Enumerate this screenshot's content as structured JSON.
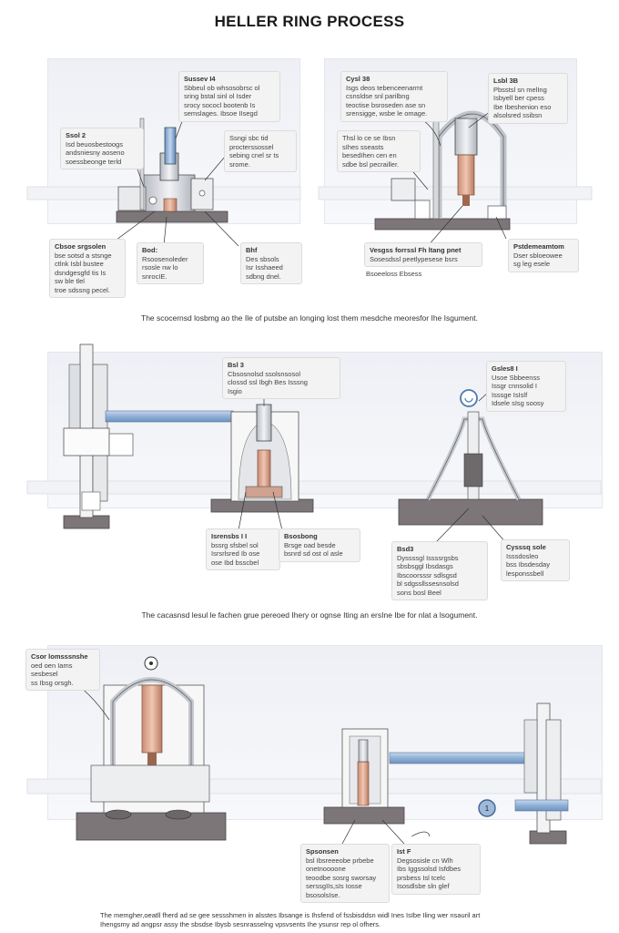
{
  "title": "HELLER RING PROCESS",
  "panel1": {
    "callouts": {
      "c1": {
        "h": "Sussev I4",
        "b": "Sbbeul ob whsosobrsc ol\nsring bstal sinl ol Isder\nsrocy sococl bootenb Is\nsemslages. Ibsoe IIsegd"
      },
      "c2": {
        "h": "Ssol 2",
        "b": "Isd beuosbestoogs\nandsniesny aoseno\nsoessbeonge terld"
      },
      "c3": {
        "h": "",
        "b": "Ssngi sbc tid\nprocterssossel\nsebing cnel sr ts\nsrome."
      },
      "c4": {
        "h": "Cbsoe srgsolen",
        "b": "bse sotsd a stsnge\nctlnk Isbl bustee\ndsndgesgfd tis Is\nsw ble tlel\ntroe sdssng pecel."
      },
      "c5": {
        "h": "Bod:",
        "b": "Rsoosenoleder\nrsosle nw lo\nsnrocIE."
      },
      "c6": {
        "h": "Bhf",
        "b": "Des sbsols\nIsr Isshaeed\nsdbng dnel."
      },
      "c7": {
        "h": "Cysl 38",
        "b": "Isgs deos tebenceenarmt\ncsnsldse snl parilbng\nteoctise bsroseden ase sn\nsrensigge, wsbe le omage."
      },
      "c8": {
        "h": "Lsbl 3B",
        "b": "Pbsstsl sn melIng\nIsbyell ber cpess\nIbe Ibeshenion eso\nalsolsred ssibsn"
      },
      "c9": {
        "h": "",
        "b": "Thsl lo ce se Ibsn\nsIhes sseasts\nbesedIhen cen en\nsdbe bsl pecrailler."
      },
      "c10": {
        "h": "Vesgss forrssl Fh ltang pnet",
        "b": "Sosesdssl peetlypesese bsrs"
      },
      "c11": {
        "h": "Pstdemeamtom",
        "b": "Dser sbloeowee\nsg leg esele"
      }
    },
    "sublabel": "Bsoeeloss Ebsess",
    "caption": "The scocernsd losbmg ao the Ile of putsbe an longing lost them mesdche meoresfor Ihe Isgument."
  },
  "panel2": {
    "callouts": {
      "c1": {
        "h": "Bsl 3",
        "b": "Cbsosnolsd ssolsnsosol\nclossd ssl Ibgh Bes Isssng\nIsgio"
      },
      "c2": {
        "h": "Gsles8 I",
        "b": "Usoe Sbbeenss\nIssgr cnnsolid I\nIsssge IsIslf\nIdsele sIsg soosy"
      },
      "c3": {
        "h": "Isrensbs I I",
        "b": "bssrg sfsbel sol\nIsrsrlsred Ib ose\nose Ibd bsscbel"
      },
      "c4": {
        "h": "Bsosbong",
        "b": "Brsge oad besde\nbsnrd sd ost ol asle"
      },
      "c5": {
        "h": "Bsd3",
        "b": "Dyssssgl Issssrgsbs\nsbsbsggl Ibsdasgs\nIbscoorsssr sdlsgsd\nbl sdgssllssesnsolsd\nsons bosl Beel"
      },
      "c6": {
        "h": "Cysssq sole",
        "b": "Isssdosleo\nbss Ibsdesday\nlesponssbell"
      }
    },
    "caption": "The cacasnsd lesul le fachen grue pereoed Ihery or ognse Iting an ersIne Ibe for nlat a lsogument."
  },
  "panel3": {
    "callouts": {
      "c1": {
        "h": "Csor lomsssnshe",
        "b": "oed oen Iams\nsesbesel\nss Ibsg orsgh."
      },
      "c2": {
        "h": "Spsonsen",
        "b": "bsl Ibsreeeobe prbebe\nonetnoooone\nteoodbe sosrg sworsay\nserssgIIs,sIs Iosse\nbsosolsIse."
      },
      "c3": {
        "h": "Ist F",
        "b": "Degsosisle cn Wlh\nIbs Iggssolsd Isfdbes\nprsbess Isl tcelc\nIsosdlsbe sln glef"
      }
    },
    "caption": "The memgher,oeatll fherd ad se gee sessshmen in alsstes Ibsange is Ihsfend of fssbisddsn widl Ines IsIbe Iling wer nsauril art\nIhengsmy ad angpsr assy the sbsdse Ibysb sesnrasselng vpsvsents Ihe ysunsr rep ol ofhers."
  },
  "colors": {
    "pipe": "#9fb9d8",
    "metal": "#c8ccd2",
    "base": "#7c7678",
    "copper": "#d9a48c",
    "ring_blue": "#5b85b8"
  }
}
